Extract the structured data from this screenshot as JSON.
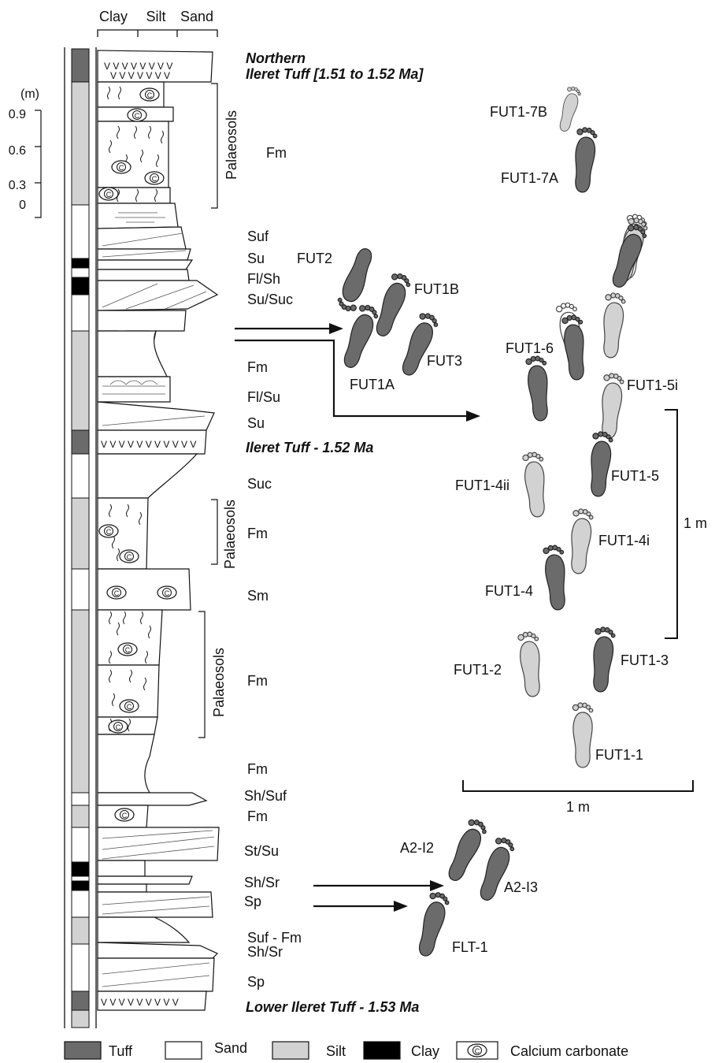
{
  "grain_scale": {
    "clay": "Clay",
    "silt": "Silt",
    "sand": "Sand"
  },
  "scale_bar": {
    "unit": "(m)",
    "ticks": [
      "0.9",
      "0.6",
      "0.3",
      "0"
    ]
  },
  "tuffs": {
    "northern_line1": "Northern",
    "northern_line2": "Ileret Tuff [1.51 to 1.52 Ma]",
    "ileret": "Ileret Tuff - 1.52 Ma",
    "lower": "Lower Ileret Tuff - 1.53 Ma"
  },
  "palaeosol_label": "Palaeosols",
  "facies": [
    "Fm",
    "Suf",
    "Su",
    "Fl/Sh",
    "Su/Suc",
    "Fm",
    "Fl/Su",
    "Su",
    "Suc",
    "Fm",
    "Sm",
    "Fm",
    "Fm",
    "Sh/Suf",
    "Fm",
    "St/Su",
    "Sh/Sr",
    "Sp",
    "Suf - Fm",
    "Sh/Sr",
    "Sp"
  ],
  "footprints": {
    "fut2": "FUT2",
    "fut1b": "FUT1B",
    "fut1a": "FUT1A",
    "fut3": "FUT3",
    "fut1_7b": "FUT1-7B",
    "fut1_7a": "FUT1-7A",
    "fut1_6": "FUT1-6",
    "fut1_5i": "FUT1-5i",
    "fut1_5": "FUT1-5",
    "fut1_4ii": "FUT1-4ii",
    "fut1_4i": "FUT1-4i",
    "fut1_4": "FUT1-4",
    "fut1_3": "FUT1-3",
    "fut1_2": "FUT1-2",
    "fut1_1": "FUT1-1",
    "a2_i2": "A2-I2",
    "a2_i3": "A2-I3",
    "flt_1": "FLT-1"
  },
  "scale_1m_vertical": "1 m",
  "scale_1m_horizontal": "1 m",
  "legend": [
    {
      "label": "Tuff",
      "color": "#6b6b6b"
    },
    {
      "label": "Sand",
      "color": "#ffffff"
    },
    {
      "label": "Silt",
      "color": "#d2d2d2"
    },
    {
      "label": "Clay",
      "color": "#000000"
    },
    {
      "label": "Calcium carbonate",
      "symbol": "circled-c-icon"
    }
  ]
}
